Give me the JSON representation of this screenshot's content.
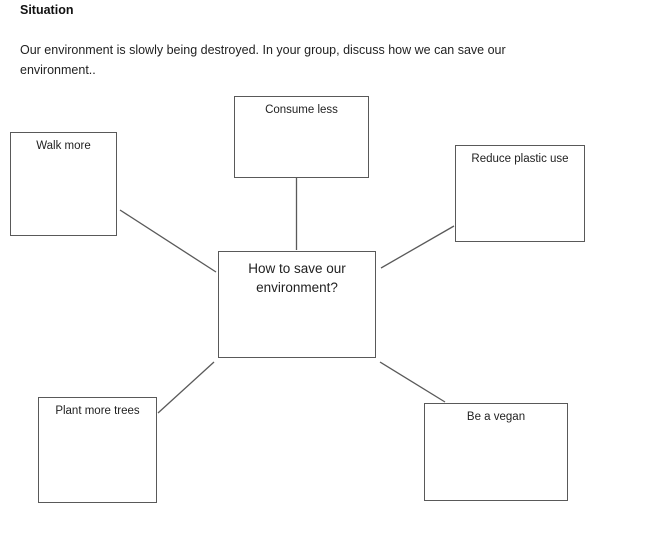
{
  "page": {
    "heading": "Situation",
    "description": "Our environment is slowly being destroyed. In your group, discuss how we can save our environment.."
  },
  "diagram": {
    "center": {
      "label": "How to save our environment?"
    },
    "nodes": [
      {
        "id": "consume-less",
        "label": "Consume less"
      },
      {
        "id": "walk-more",
        "label": "Walk more"
      },
      {
        "id": "reduce-plastic-use",
        "label": "Reduce plastic use"
      },
      {
        "id": "plant-more-trees",
        "label": "Plant more trees"
      },
      {
        "id": "be-a-vegan",
        "label": "Be a vegan"
      }
    ],
    "colors": {
      "box_border": "#595959",
      "connector": "#595959",
      "text": "#1f1f1f",
      "background": "#ffffff"
    }
  }
}
